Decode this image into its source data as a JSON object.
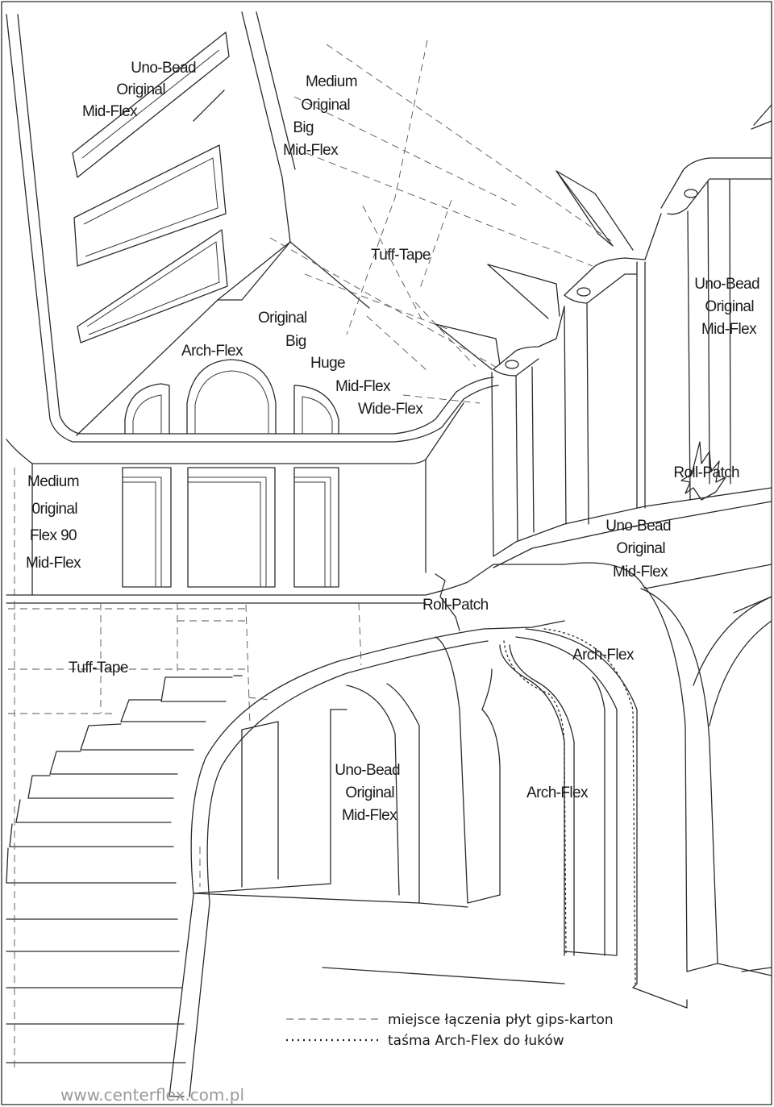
{
  "labels": {
    "ceiling_upper_left": [
      "Uno-Bead",
      "Original",
      "Mid-Flex"
    ],
    "ceiling_center": [
      "Medium",
      "Original",
      "Big",
      "Mid-Flex"
    ],
    "tuff_tape_top": "Tuff-Tape",
    "arch_flex_upper": "Arch-Flex",
    "window_stack": [
      "Original",
      "Big",
      "Huge",
      "Mid-Flex",
      "Wide-Flex"
    ],
    "right_upper": [
      "Uno-Bead",
      "Original",
      "Mid-Flex"
    ],
    "left_middle": [
      "Medium",
      "0riginal",
      "Flex 90",
      "Mid-Flex"
    ],
    "roll_patch_right": "Roll-Patch",
    "right_middle": [
      "Uno-Bead",
      "Original",
      "Mid-Flex"
    ],
    "roll_patch_center": "Roll-Patch",
    "tuff_tape_left": "Tuff-Tape",
    "arch_flex_right": "Arch-Flex",
    "under_stairs": [
      "Uno-Bead",
      "Original",
      "Mid-Flex"
    ],
    "arch_flex_lower": "Arch-Flex"
  },
  "legend": {
    "dashed": "miejsce łączenia płyt gips-karton",
    "dotted": "taśma Arch-Flex do łuków"
  },
  "footer": {
    "website": "www.centerflex.com.pl"
  },
  "colors": {
    "line": "#2a2a2a",
    "text": "#1a1a1a",
    "website": "#9a9a9a"
  }
}
